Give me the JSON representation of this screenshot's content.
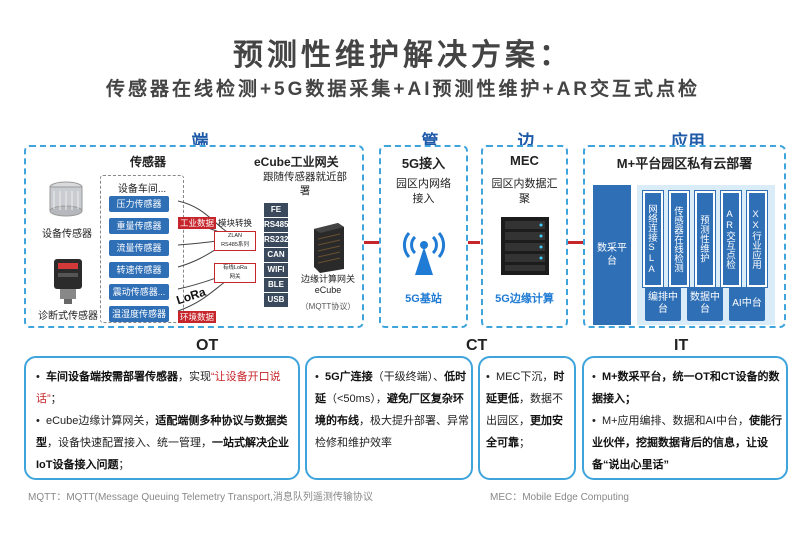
{
  "title": "预测性维护解决方案：",
  "subtitle": "传感器在线检测+5G数据采集+AI预测性维护+AR交互式点检",
  "sections": {
    "duan": "端",
    "guan": "管",
    "bian": "边",
    "yingyong": "应用"
  },
  "duan": {
    "sensor_heading": "传感器",
    "gateway_heading": "eCube工业网关",
    "gateway_note": "跟随传感器就近部署",
    "device_sensor": "设备传感器",
    "diag_sensor": "诊断式传感器",
    "sensor_list_title": "设备车间...",
    "sensors": [
      "压力传感器",
      "重量传感器",
      "流量传感器",
      "转速传感器",
      "震动传感器...",
      "温湿度传感器"
    ],
    "tag_industrial": "工业数据",
    "tag_env": "环境数据",
    "module_label": "模块转换",
    "zlan_label": "ZLAN\nRS485系列",
    "lora_module_label": "有线LoRa\n网关",
    "lora_text": "LoRa",
    "protocols": [
      "FE",
      "RS485",
      "RS232",
      "CAN",
      "WIFI",
      "BLE",
      "USB"
    ],
    "edge_gateway": "边缘计算网关\neCube",
    "mqtt_note": "（MQTT协议）"
  },
  "guan": {
    "heading": "5G接入",
    "desc": "园区内网络接入",
    "caption": "5G基站"
  },
  "bian": {
    "heading": "MEC",
    "desc": "园区内数据汇聚",
    "caption": "5G边缘计算"
  },
  "yingyong": {
    "heading": "M+平台园区私有云部署",
    "collect": "数采平台",
    "columns": [
      "网络连接SLA",
      "传感器在线检测",
      "预测性维护",
      "AR交互点检",
      "XX行业应用"
    ],
    "subs": [
      "编排中台",
      "数据中台",
      "AI中台"
    ]
  },
  "layers": {
    "ot": "OT",
    "ct": "CT",
    "it": "IT"
  },
  "ot_box": {
    "b1_pre": "车间设备端按需部署传感器",
    "b1_mid": "，实现",
    "b1_red": "“让设备开口说话”",
    "b1_post": "；",
    "b2_a": "eCube边缘计算网关，",
    "b2_b": "适配端侧多种协议与数据类型",
    "b2_c": "，设备快速配置接入、统一管理，",
    "b2_d": "一站式解决企业IoT设备接入问题",
    "b2_e": "；"
  },
  "ct_box": {
    "a": "5G广连接",
    "b": "（干级终端）、",
    "c": "低时延",
    "d": "（<50ms），",
    "e": "避免厂区复杂环境的布线",
    "f": "，极大提升部署、异常检修和维护效率"
  },
  "mec_box": {
    "a": "MEC下沉，",
    "b": "时延更低",
    "c": "，数据不出园区，",
    "d": "更加安全可靠",
    "e": "；"
  },
  "it_box": {
    "b1": "M+数采平台，统一OT和CT设备的数据接入；",
    "b2_a": "M+应用编排、数据和AI中台，",
    "b2_b": "使能行业伙伴，挖掘数据背后的信息，",
    "b2_red": "让设备“说出心里话”"
  },
  "footnotes": {
    "mqtt": "MQTT：MQTT(Message Queuing Telemetry Transport,消息队列遥测传输协议",
    "mec": "MEC：Mobile Edge Computing"
  },
  "colors": {
    "accent_blue": "#1f5aa8",
    "border_blue": "#3fa4dc",
    "module_blue": "#2f6fb6",
    "highlight_red": "#c6262b"
  }
}
